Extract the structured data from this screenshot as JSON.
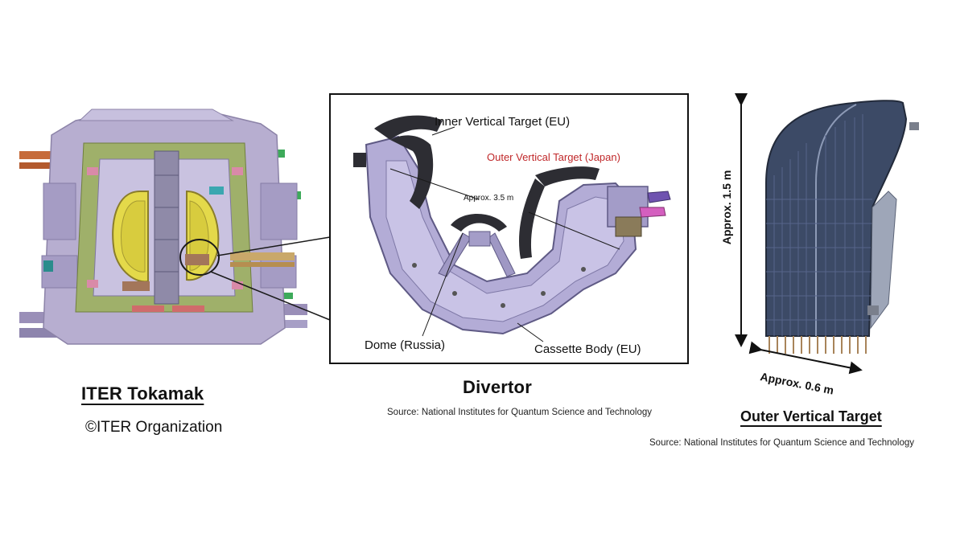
{
  "tokamak": {
    "title": "ITER Tokamak",
    "credit": "©ITER Organization"
  },
  "divertor": {
    "title": "Divertor",
    "source": "Source: National Institutes for Quantum Science and Technology",
    "labels": {
      "inner_vertical_target": "Inner Vertical Target (EU)",
      "outer_vertical_target": "Outer Vertical Target (Japan)",
      "approx_length": "Approx. 3.5 m",
      "dome": "Dome (Russia)",
      "cassette_body": "Cassette Body (EU)"
    }
  },
  "outer_target": {
    "title": "Outer Vertical Target",
    "source": "Source: National Institutes for Quantum Science and Technology",
    "height_label": "Approx. 1.5 m",
    "width_label": "Approx. 0.6 m"
  },
  "colors": {
    "label_red": "#c0282a",
    "machine_lavender": "#b7aed0",
    "plasma_yellow": "#e4d94a",
    "target_blue": "#3c4a66"
  }
}
